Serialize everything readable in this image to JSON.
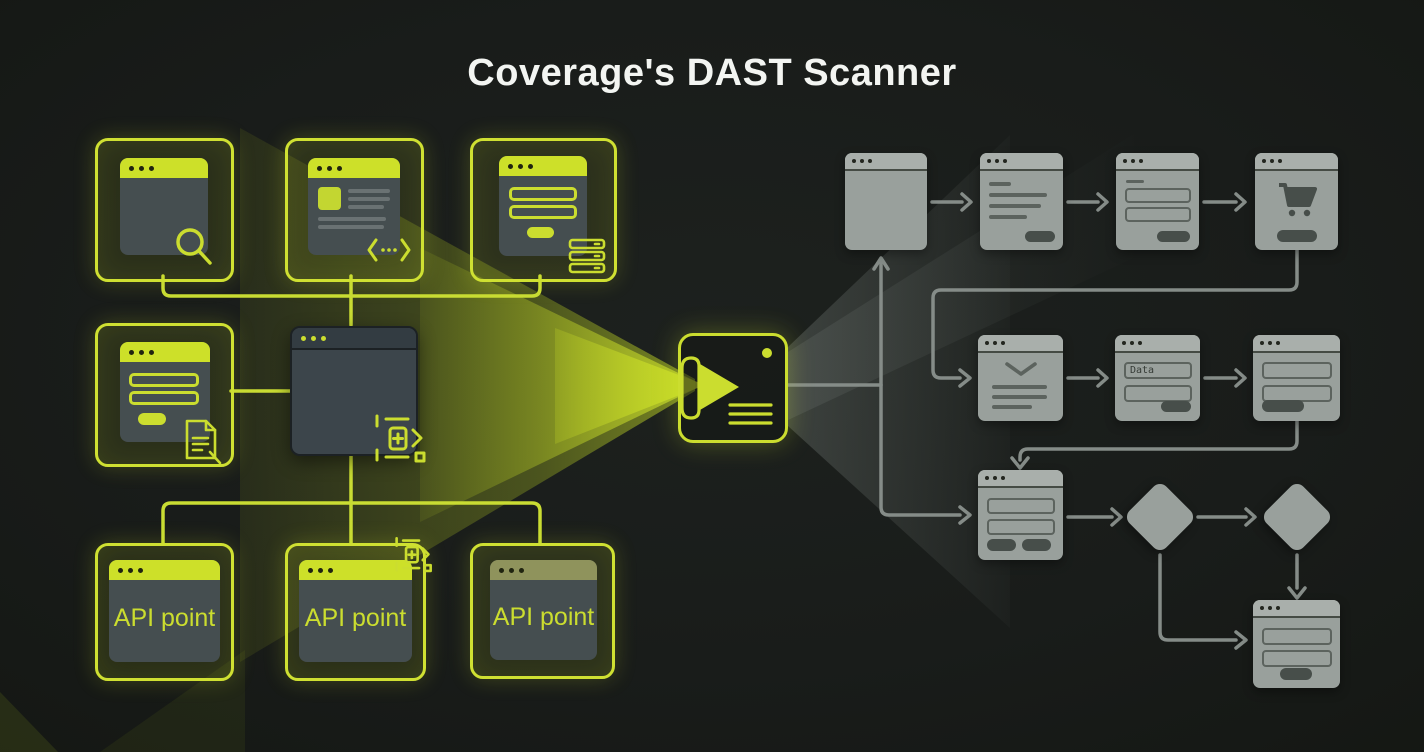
{
  "title": "Coverage's DAST Scanner",
  "colors": {
    "background": "#191c1a",
    "accent_lime": "#cbdd2f",
    "lime_border": "#cfe032",
    "left_window_body": "#454e50",
    "crawler_window": "#3c454b",
    "right_window_gray": "#99a09c",
    "right_connector_gray": "#858c88"
  },
  "left_panel": {
    "api_label": "API point",
    "windows": [
      {
        "name": "browser-search-window",
        "icon": "search-icon"
      },
      {
        "name": "browser-content-window",
        "icon": "code-chevrons-icon"
      },
      {
        "name": "browser-form-database-window",
        "icon": "database-icon"
      },
      {
        "name": "browser-form-document-window",
        "icon": "document-scan-icon"
      },
      {
        "name": "crawler-window",
        "icon": "code-extract-icon"
      },
      {
        "name": "api-endpoint-1",
        "label": "API point"
      },
      {
        "name": "api-endpoint-2",
        "label": "API point",
        "icon": "code-extract-icon"
      },
      {
        "name": "api-endpoint-3",
        "label": "API point"
      }
    ]
  },
  "scanner": {
    "name": "dast-scanner-device"
  },
  "right_panel": {
    "data_field_value": "Data",
    "nodes": [
      {
        "name": "page-blank"
      },
      {
        "name": "page-content"
      },
      {
        "name": "page-login-form"
      },
      {
        "name": "page-cart",
        "icon": "shopping-cart-icon"
      },
      {
        "name": "page-confirm",
        "icon": "chevron-down-icon"
      },
      {
        "name": "page-data-form"
      },
      {
        "name": "page-form-2"
      },
      {
        "name": "page-form-3"
      },
      {
        "name": "decision-diamond-1"
      },
      {
        "name": "decision-diamond-2"
      },
      {
        "name": "page-final-form"
      }
    ]
  }
}
